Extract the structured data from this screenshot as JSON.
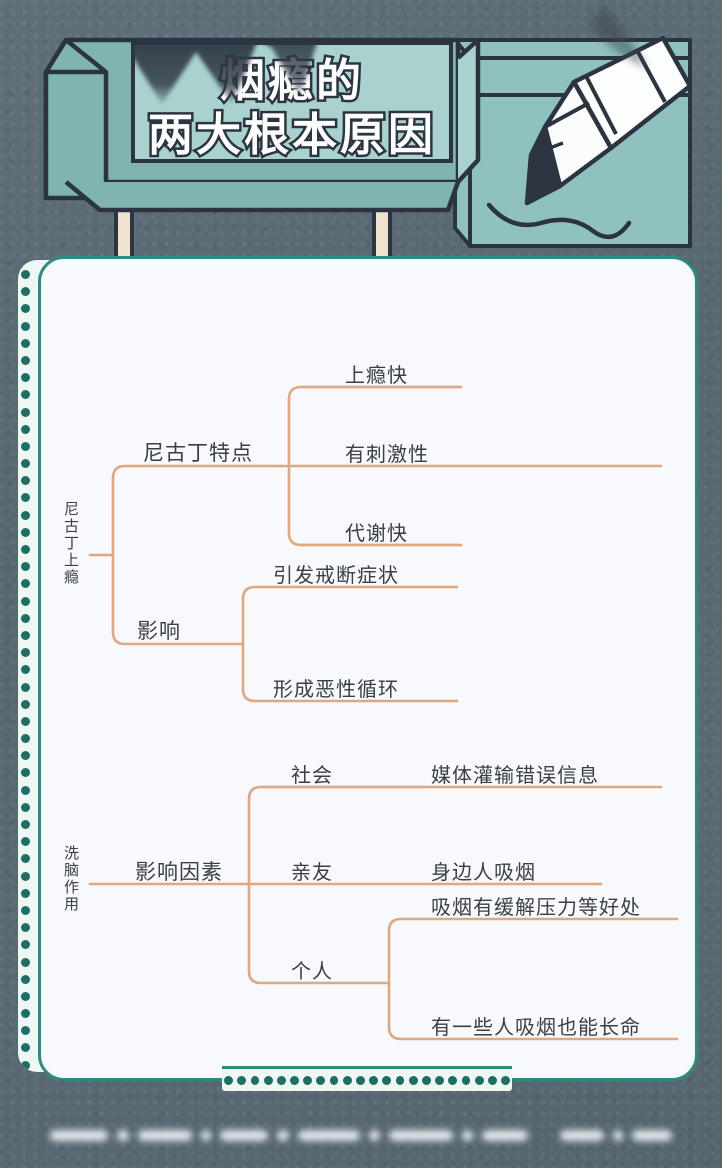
{
  "poster": {
    "background_color": "#5a6b76",
    "accent_teal": "#2c8b80",
    "accent_orange": "#e0a87f",
    "card_background": "#f7f9fd",
    "signboard_fill": "#8fc2bf",
    "signboard_panel": "#a9d2cf",
    "outline_color": "#2b3440"
  },
  "header": {
    "title_line1": "烟瘾的",
    "title_line1_note": "部分被遮挡",
    "title_line2": "两大根本原因",
    "illustration": {
      "signboard": "signboard-icon",
      "pencil": "pencil-icon",
      "paper": "paper-icon",
      "squiggle": "squiggle-line-icon"
    }
  },
  "mindmap": {
    "branches": [
      {
        "root": "尼古丁上瘾",
        "children": [
          {
            "label": "尼古丁特点",
            "leaves": [
              "上瘾快",
              "有刺激性",
              "代谢快"
            ]
          },
          {
            "label": "影响",
            "leaves": [
              "引发戒断症状",
              "形成恶性循环"
            ]
          }
        ]
      },
      {
        "root": "洗脑作用",
        "children": [
          {
            "label": "影响因素",
            "leaves": [
              {
                "label": "社会",
                "detail": "媒体灌输错误信息"
              },
              {
                "label": "亲友",
                "detail": "身边人吸烟"
              },
              {
                "label": "个人",
                "detail": [
                  "吸烟有缓解压力等好处",
                  "有一些人吸烟也能长命"
                ]
              }
            ]
          }
        ]
      }
    ]
  },
  "footer": {
    "caption_blurred": true,
    "caption_text": ""
  }
}
